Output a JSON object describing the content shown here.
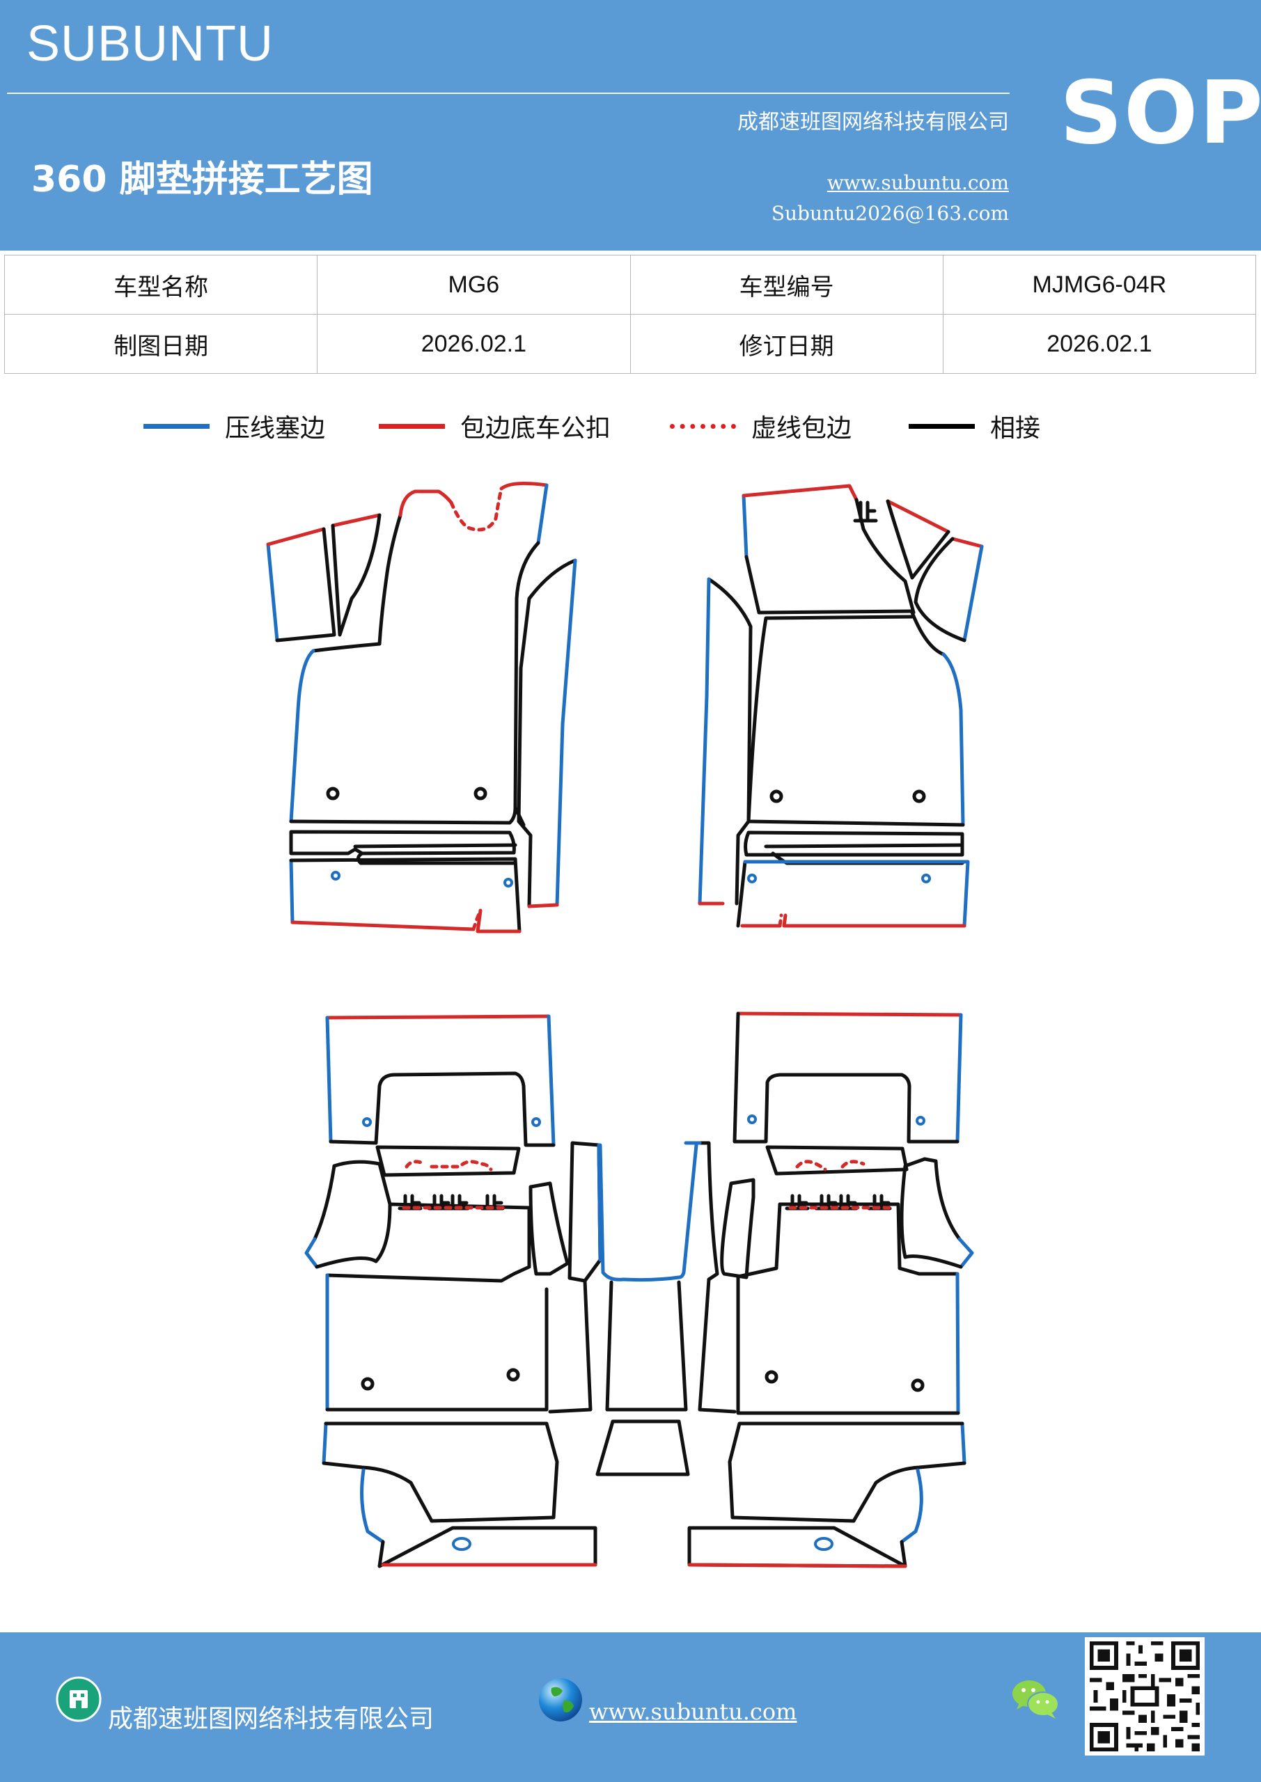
{
  "header": {
    "brand": "SUBUNTU",
    "company": "成都速班图网络科技有限公司",
    "title": "360 脚垫拼接工艺图",
    "website": "www.subuntu.com",
    "email": "Subuntu2026@163.com",
    "badge": "SOP"
  },
  "info_table": {
    "rows": [
      {
        "label1": "车型名称",
        "value1": "MG6",
        "label2": "车型编号",
        "value2": "MJMG6-04R"
      },
      {
        "label1": "制图日期",
        "value1": "2026.02.1",
        "label2": "修订日期",
        "value2": "2026.02.1"
      }
    ]
  },
  "legend": [
    {
      "label": "压线塞边",
      "color": "#1f6fc2",
      "style": "solid"
    },
    {
      "label": "包边底车公扣",
      "color": "#e02020",
      "style": "solid"
    },
    {
      "label": "虚线包边",
      "color": "#e02020",
      "style": "dotted"
    },
    {
      "label": "相接",
      "color": "#000000",
      "style": "solid"
    }
  ],
  "diagram": {
    "mark_glyph": "止",
    "colors": {
      "blue": "#1f6fc2",
      "red": "#d42a2a",
      "black": "#111111"
    }
  },
  "footer": {
    "company": "成都速班图网络科技有限公司",
    "website": "www.subuntu.com",
    "company_icon": "building-icon",
    "web_icon": "globe-icon",
    "wechat_icon": "wechat-icon"
  }
}
